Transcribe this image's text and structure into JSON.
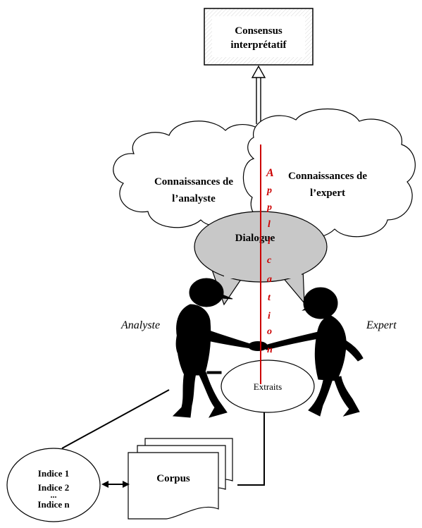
{
  "consensus": {
    "line1": "Consensus",
    "line2": "interprétatif"
  },
  "cloud_left": {
    "line1": "Connaissances de",
    "line2": "l’analyste"
  },
  "cloud_right": {
    "line1": "Connaissances de",
    "line2": "l’expert"
  },
  "dialogue": "Dialogue",
  "application_letters": [
    "A",
    "p",
    "p",
    "l",
    "i",
    "c",
    "a",
    "t",
    "i",
    "o",
    "n"
  ],
  "analyst_label": "Analyste",
  "expert_label": "Expert",
  "extraits": "Extraits",
  "corpus": "Corpus",
  "indices": {
    "line1": "Indice 1",
    "line2": "Indice 2",
    "dots": "...",
    "line3": "Indice n"
  },
  "colors": {
    "application_line": "#cc0000",
    "dialogue_fill": "#c8c8c8",
    "figure": "#000000"
  }
}
